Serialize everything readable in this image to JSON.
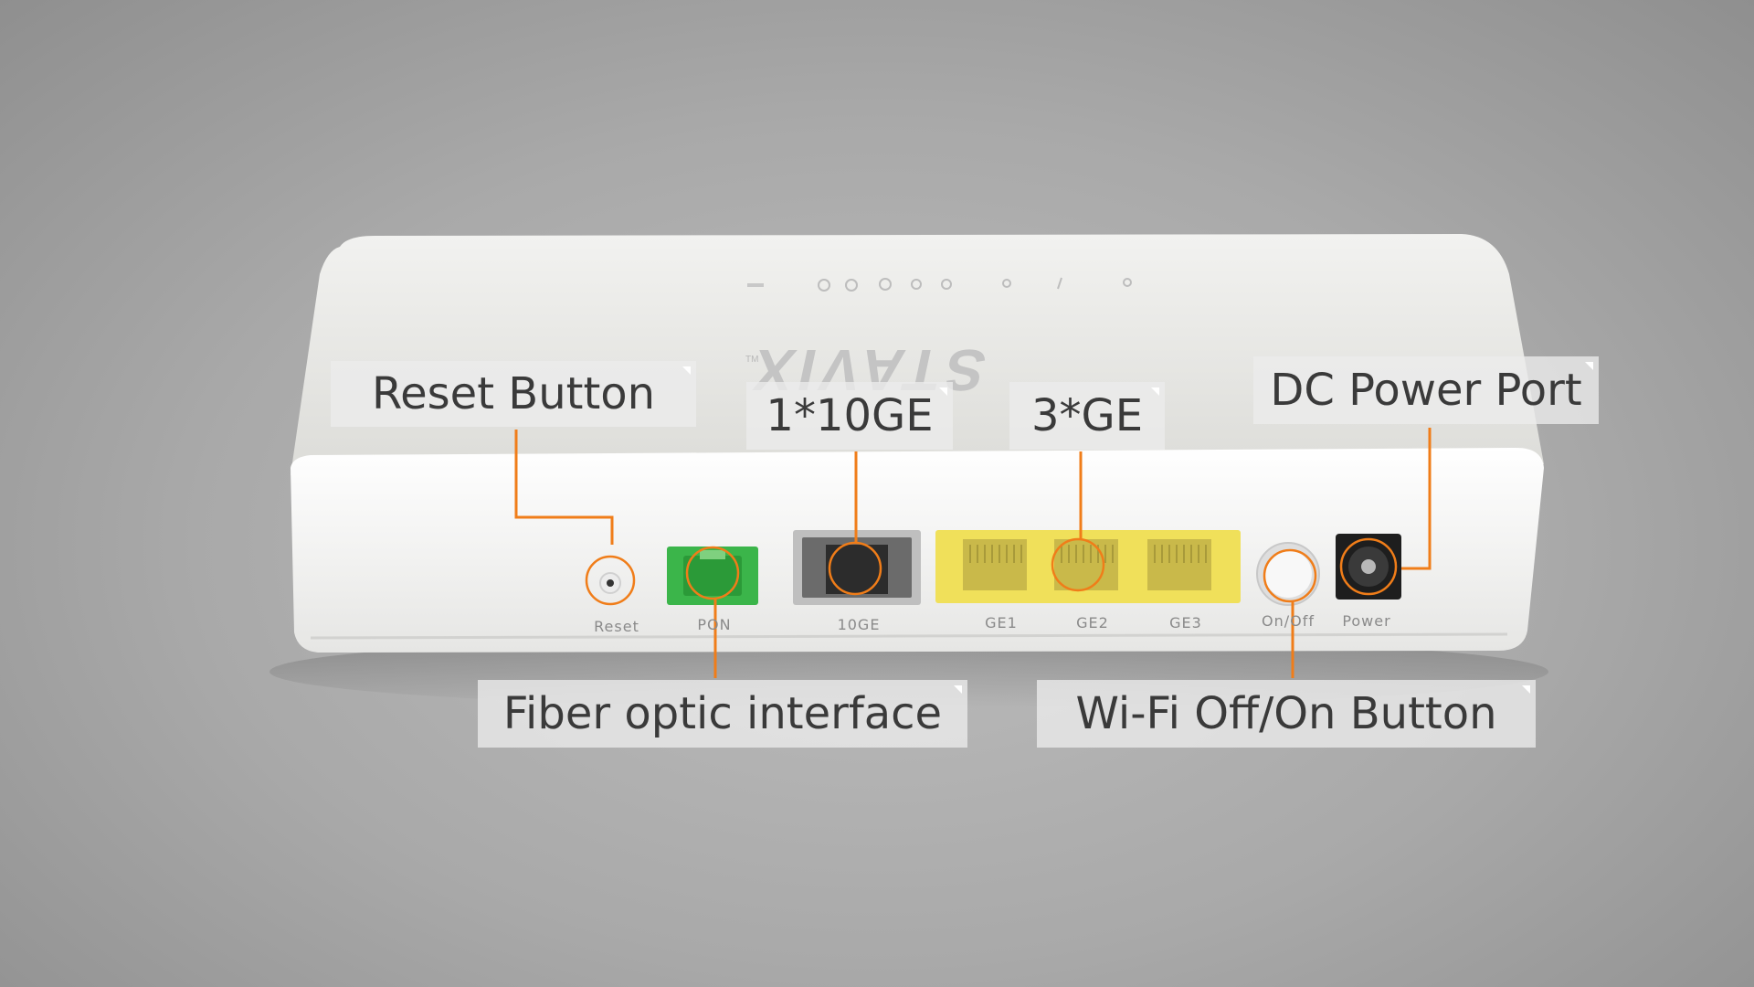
{
  "device": {
    "brand_logo": "STAVIX",
    "logo_tm": "TM"
  },
  "callouts": {
    "reset_button": "Reset Button",
    "ten_ge": "1*10GE",
    "three_ge": "3*GE",
    "dc_power_port": "DC Power Port",
    "fiber_optic_interface": "Fiber optic interface",
    "wifi_button": "Wi-Fi Off/On Button"
  },
  "port_labels": {
    "reset": "Reset",
    "pon": "PON",
    "ten_ge": "10GE",
    "ge1": "GE1",
    "ge2": "GE2",
    "ge3": "GE3",
    "on_off": "On/Off",
    "power": "Power"
  },
  "colors": {
    "callout_line": "#f07d19",
    "pon_port": "#3bb54a",
    "lan_port": "#f0e05a",
    "device_body": "#f4f4f2"
  }
}
